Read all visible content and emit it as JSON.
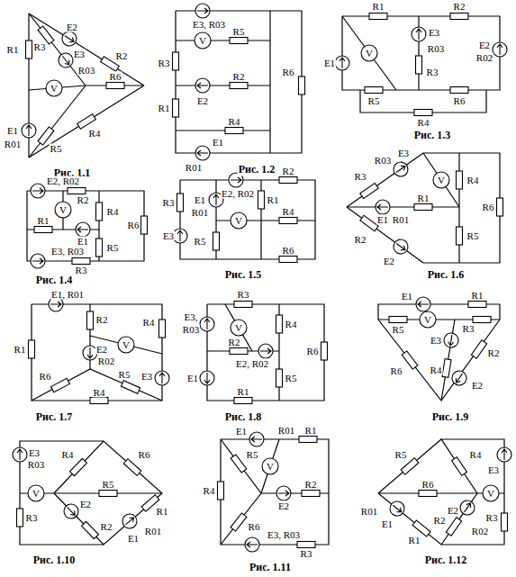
{
  "diagram": {
    "labels": [
      "R1",
      "E2",
      "R2",
      "R3",
      "E3",
      "R03",
      "V",
      "R6",
      "E1",
      "R01",
      "R4",
      "R5",
      "Рис. 1.1",
      "E3, R03",
      "R3",
      "V",
      "R5",
      "E2",
      "R2",
      "R1",
      "R4",
      "R6",
      "E1",
      "R01",
      "Рис. 1.2",
      "R1",
      "R2",
      "E1",
      "V",
      "E3",
      "R03",
      "R3",
      "E2",
      "R02",
      "R5",
      "R4",
      "R6",
      "Рис. 1.3",
      "E2, R02",
      "R2",
      "V",
      "R4",
      "R6",
      "R1",
      "E1",
      "R5",
      "E3, R03",
      "R3",
      "Рис. 1.4",
      "R3",
      "E1",
      "R01",
      "E2, R02",
      "R2",
      "R1",
      "V",
      "R4",
      "E3",
      "R5",
      "R6",
      "Рис. 1.5",
      "R03",
      "E3",
      "R3",
      "V",
      "R4",
      "R6",
      "R1",
      "E1",
      "R01",
      "R5",
      "R2",
      "E2",
      "Рис. 1.6",
      "E1, R01",
      "R1",
      "R2",
      "R4",
      "E2",
      "R02",
      "V",
      "E3",
      "R6",
      "R5",
      "R4",
      "Рис. 1.7",
      "E3,",
      "R03",
      "R3",
      "V",
      "R4",
      "R6",
      "R2",
      "E2, R02",
      "R5",
      "E1",
      "R1",
      "Рис. 1.8",
      "E1",
      "R1",
      "R5",
      "V",
      "R3",
      "E3",
      "R4",
      "R6",
      "R2",
      "E2",
      "Рис. 1.9",
      "E3",
      "R03",
      "R4",
      "R6",
      "V",
      "R5",
      "E2",
      "R3",
      "R2",
      "E1",
      "R01",
      "R1",
      "Рис. 1.10",
      "E1",
      "R01",
      "R1",
      "R5",
      "V",
      "R4",
      "E2",
      "R2",
      "R6",
      "E3, R03",
      "R3",
      "Рис. 1.11",
      "R5",
      "R4",
      "E3",
      "R6",
      "V",
      "R01",
      "E1",
      "R1",
      "R2",
      "E2",
      "R02",
      "R3",
      "Рис. 1.12"
    ]
  }
}
